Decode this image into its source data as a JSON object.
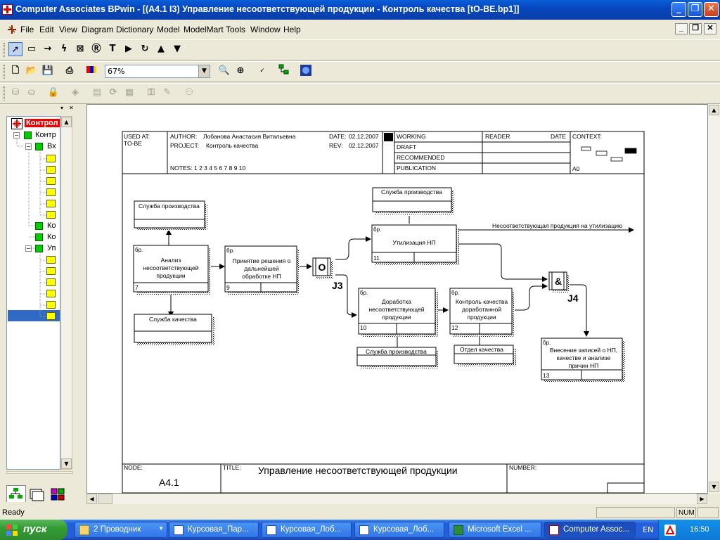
{
  "window": {
    "title": "Computer Associates BPwin - [(A4.1 I3) Управление  несоответствующей продукции - Контроль качества  [tO-BE.bp1]]"
  },
  "menu": [
    "File",
    "Edit",
    "View",
    "Diagram",
    "Dictionary",
    "Model",
    "ModelMart",
    "Tools",
    "Window",
    "Help"
  ],
  "toolbar": {
    "zoom_value": "67%"
  },
  "tree": {
    "root_label": "Контрол",
    "items": [
      {
        "label": "Контр",
        "kind": "green",
        "level": 1
      },
      {
        "label": "Вх",
        "kind": "green",
        "level": 2
      },
      {
        "label": "Ко",
        "kind": "green",
        "level": 2
      },
      {
        "label": "Ко",
        "kind": "green",
        "level": 2
      },
      {
        "label": "Уп",
        "kind": "green",
        "level": 2
      }
    ]
  },
  "diagram": {
    "header": {
      "used_at": "USED AT:",
      "used_at_value": "TO-BE",
      "author_label": "AUTHOR:",
      "author": "Лобанова  Анастасия  Витальевна",
      "project_label": "PROJECT:",
      "project": "Контроль качества",
      "notes": "NOTES:  1  2  3  4  5  6  7  8  9  10",
      "date_label": "DATE:",
      "date": "02.12.2007",
      "rev_label": "REV:",
      "rev": "02.12.2007",
      "status_working": "WORKING",
      "status_draft": "DRAFT",
      "status_recommended": "RECOMMENDED",
      "status_publication": "PUBLICATION",
      "reader": "READER",
      "reader_date": "DATE",
      "context": "CONTEXT:",
      "context_node": "A0"
    },
    "footer": {
      "node_label": "NODE:",
      "node": "A4.1",
      "title_label": "TITLE:",
      "title": "Управление  несоответствующей продукции",
      "number_label": "NUMBER:"
    },
    "uow": [
      {
        "ref": "бр.",
        "text": [
          "Анализ",
          "несоответствующей",
          "продукции"
        ],
        "number": "7"
      },
      {
        "ref": "бр.",
        "text": [
          "Принятие решения о",
          "дальнейшей",
          "обработке НП"
        ],
        "number": "9"
      },
      {
        "ref": "бр.",
        "text": [
          "Утилизация НП"
        ],
        "number": "11"
      },
      {
        "ref": "бр.",
        "text": [
          "Доработка",
          "несоответствующей",
          "продукции"
        ],
        "number": "10"
      },
      {
        "ref": "бр.",
        "text": [
          "Контроль качества",
          "доработанной",
          "продукции"
        ],
        "number": "12"
      },
      {
        "ref": "бр.",
        "text": [
          "Внесение записей о НП,",
          "качестве и анализе",
          "причин НП"
        ],
        "number": "13"
      }
    ],
    "objects": [
      "Служба производства",
      "Служба качества",
      "Служба производства",
      "Служба производства",
      "Отдел качества"
    ],
    "junctions": [
      {
        "symbol": "O",
        "label": "J3"
      },
      {
        "symbol": "&",
        "label": "J4"
      }
    ],
    "output_label": "Несоответствующая продукция на утилизацию"
  },
  "status": {
    "text": "Ready",
    "num": "NUM"
  },
  "taskbar": {
    "start": "пуск",
    "tasks": [
      "2 Проводник",
      "Курсовая_Пар...",
      "Курсовая_Лоб...",
      "Курсовая_Лоб...",
      "Microsoft Excel ...",
      "Computer Assoc..."
    ],
    "lang": "EN",
    "clock": "16:50"
  }
}
